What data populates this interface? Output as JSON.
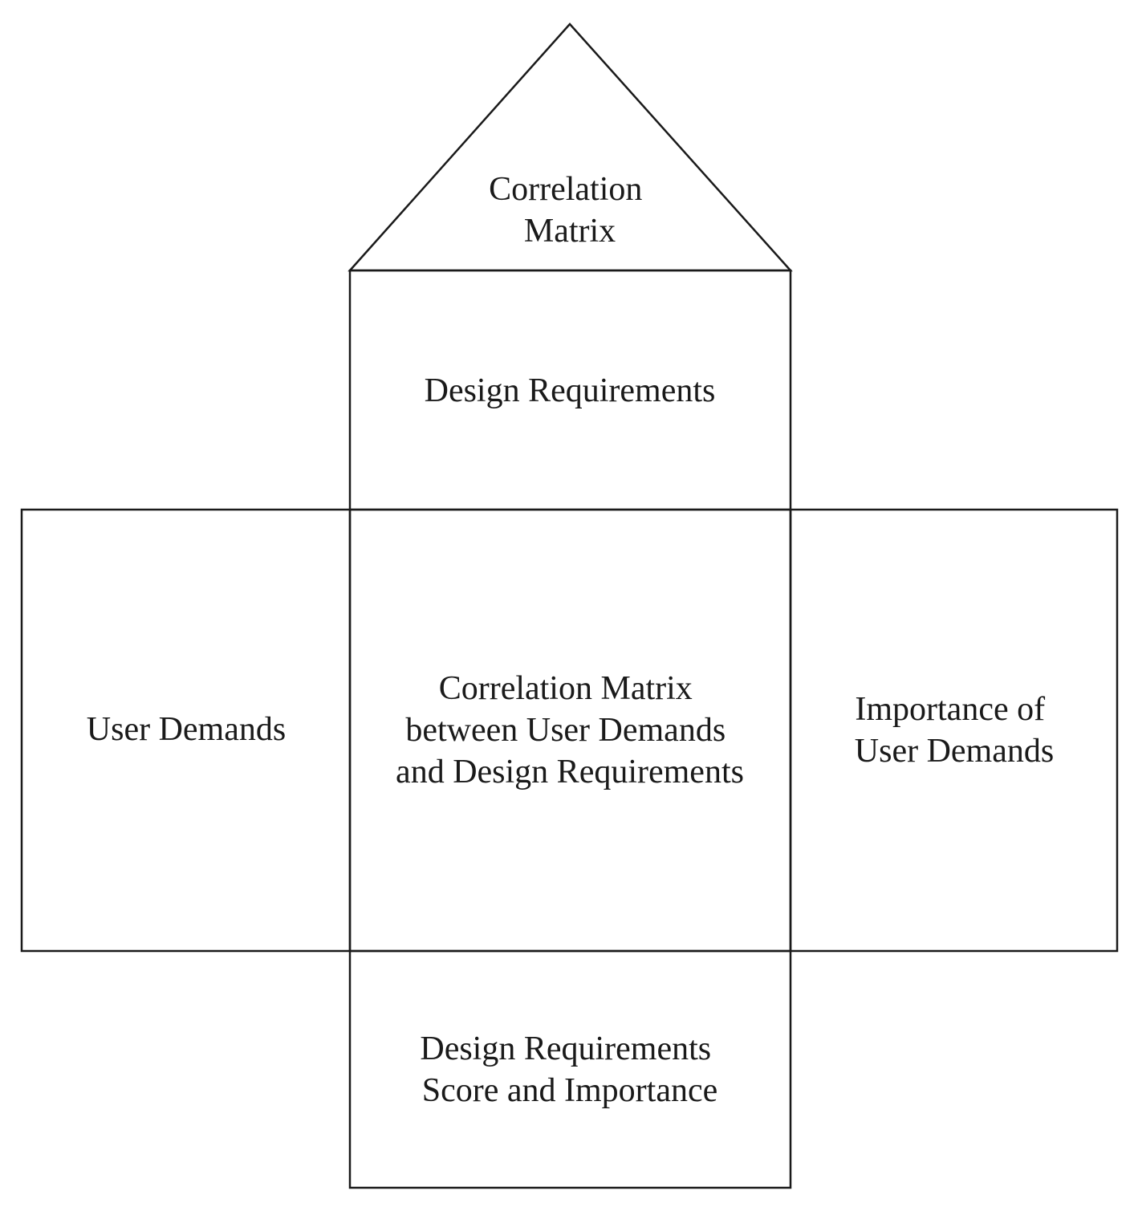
{
  "house_of_quality": {
    "roof": {
      "lines": [
        "Correlation",
        "Matrix"
      ]
    },
    "design_requirements": {
      "lines": [
        "Design Requirements"
      ]
    },
    "user_demands": {
      "lines": [
        "User Demands"
      ]
    },
    "relationship_matrix": {
      "lines": [
        "Correlation Matrix",
        "between User Demands",
        "and Design Requirements"
      ]
    },
    "importance_of_user_demands": {
      "lines": [
        "Importance of",
        "User Demands"
      ]
    },
    "score_and_importance": {
      "lines": [
        "Design Requirements",
        "Score and Importance"
      ]
    }
  }
}
